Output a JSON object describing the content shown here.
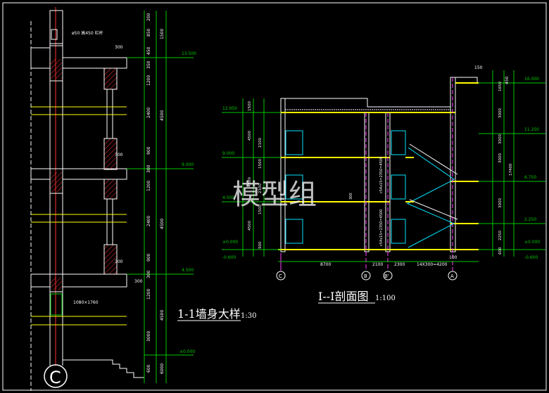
{
  "colors": {
    "background": "#000000",
    "wall": "#ffffff",
    "dimension": "#00c800",
    "axis": "#ff3030",
    "yellow": "#ffff00",
    "cyan": "#00e5ff",
    "magenta": "#ff40ff",
    "hatch": "#ff3030"
  },
  "watermark": "模型组",
  "detail": {
    "title": "1-1墙身大样",
    "scale": "1:30",
    "axis_label": "C",
    "note_top": "ø50 高450 栏杆",
    "window_label": "1080×1760",
    "dim_300_a": "300",
    "dim_300_b": "300",
    "dim_300_c": "300",
    "dim_300_d": "300",
    "dims_col1": [
      "200",
      "850",
      "450",
      "350",
      "1200",
      "2400",
      "900",
      "300",
      "1200",
      "2400",
      "900",
      "300",
      "1200",
      "3000",
      "600"
    ],
    "dims_col2": [
      "1500",
      "4500",
      "4500",
      "4500",
      "6000"
    ],
    "elevations": [
      "13.500",
      "9.000",
      "4.500",
      "±0.000"
    ]
  },
  "section": {
    "title": "I--I剖面图",
    "scale": "1:100",
    "axis_labels": [
      "C",
      "B",
      "B'",
      "A"
    ],
    "bottom_dims": [
      "8700",
      "2100",
      "2300",
      "14X300=4200",
      "100"
    ],
    "left_elev": [
      "12.950",
      "9.000",
      "4.500",
      "±0.000",
      "-0.600"
    ],
    "left_dims": [
      "1500",
      "4500",
      "2100",
      "1500",
      "4500",
      "2100",
      "1500",
      "4500",
      "900"
    ],
    "right_elev": [
      "16.000",
      "11.250",
      "6.750",
      "2.250",
      "±0.000",
      "-0.600"
    ],
    "right_dims": [
      "1650",
      "3000",
      "3000",
      "3000",
      "3000",
      "2250",
      "600"
    ],
    "right_total": "17400",
    "top_dims": [
      "150",
      "450"
    ],
    "stair_dims": [
      "c54x15=2350=4500",
      "c54x15=2350=4500"
    ],
    "small_dim": "300"
  }
}
